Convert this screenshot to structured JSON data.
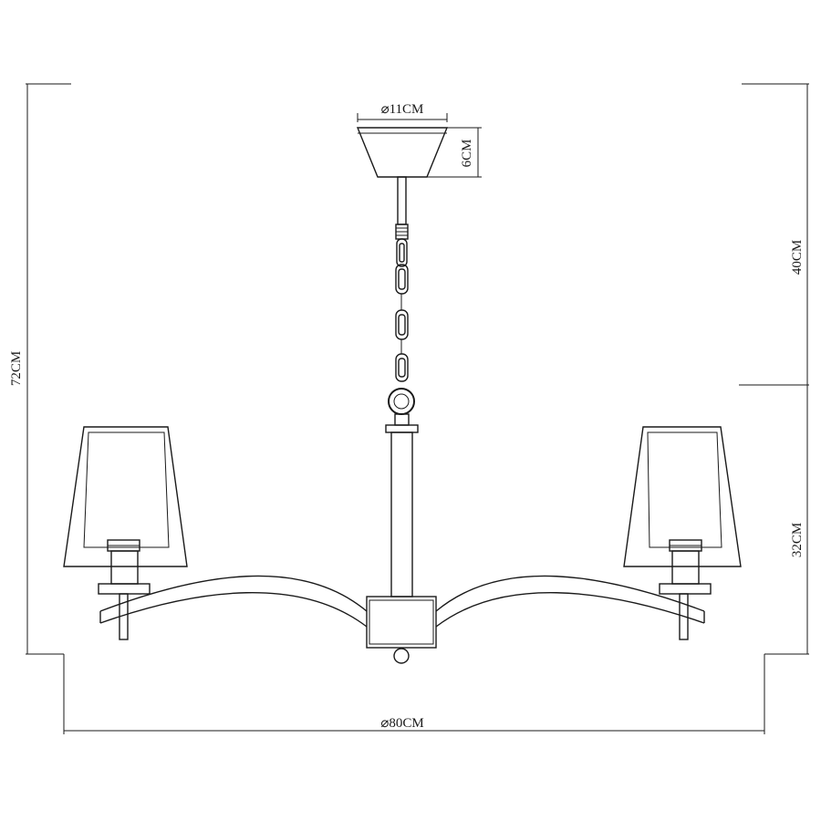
{
  "dimensions": {
    "canopy_diameter": "⌀11CM",
    "canopy_height": "6CM",
    "chain_length": "40CM",
    "total_height": "72CM",
    "body_height": "32CM",
    "overall_diameter": "⌀80CM"
  }
}
